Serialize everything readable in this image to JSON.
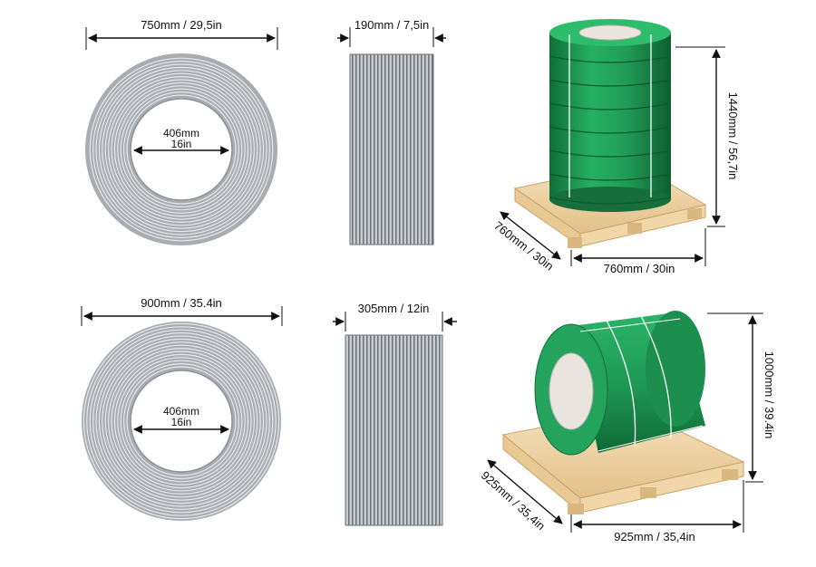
{
  "row1": {
    "coil_outer": "750mm / 29,5in",
    "coil_inner_mm": "406mm",
    "coil_inner_in": "16in",
    "coil_width": "190mm / 7,5in",
    "pallet_height": "1440mm / 56,7in",
    "pallet_depth": "760mm / 30in",
    "pallet_width": "760mm / 30in"
  },
  "row2": {
    "coil_outer": "900mm / 35.4in",
    "coil_inner_mm": "406mm",
    "coil_inner_in": "16in",
    "coil_width": "305mm / 12in",
    "pallet_height": "1000mm / 39.4in",
    "pallet_depth": "925mm / 35,4in",
    "pallet_width": "925mm / 35,4in"
  },
  "colors": {
    "coil_grey": "#a9adb2",
    "strap_green": "#1f9a55",
    "strap_green_dark": "#16763f",
    "pallet_wood": "#f0d6a8",
    "dimension_line": "#111111"
  }
}
